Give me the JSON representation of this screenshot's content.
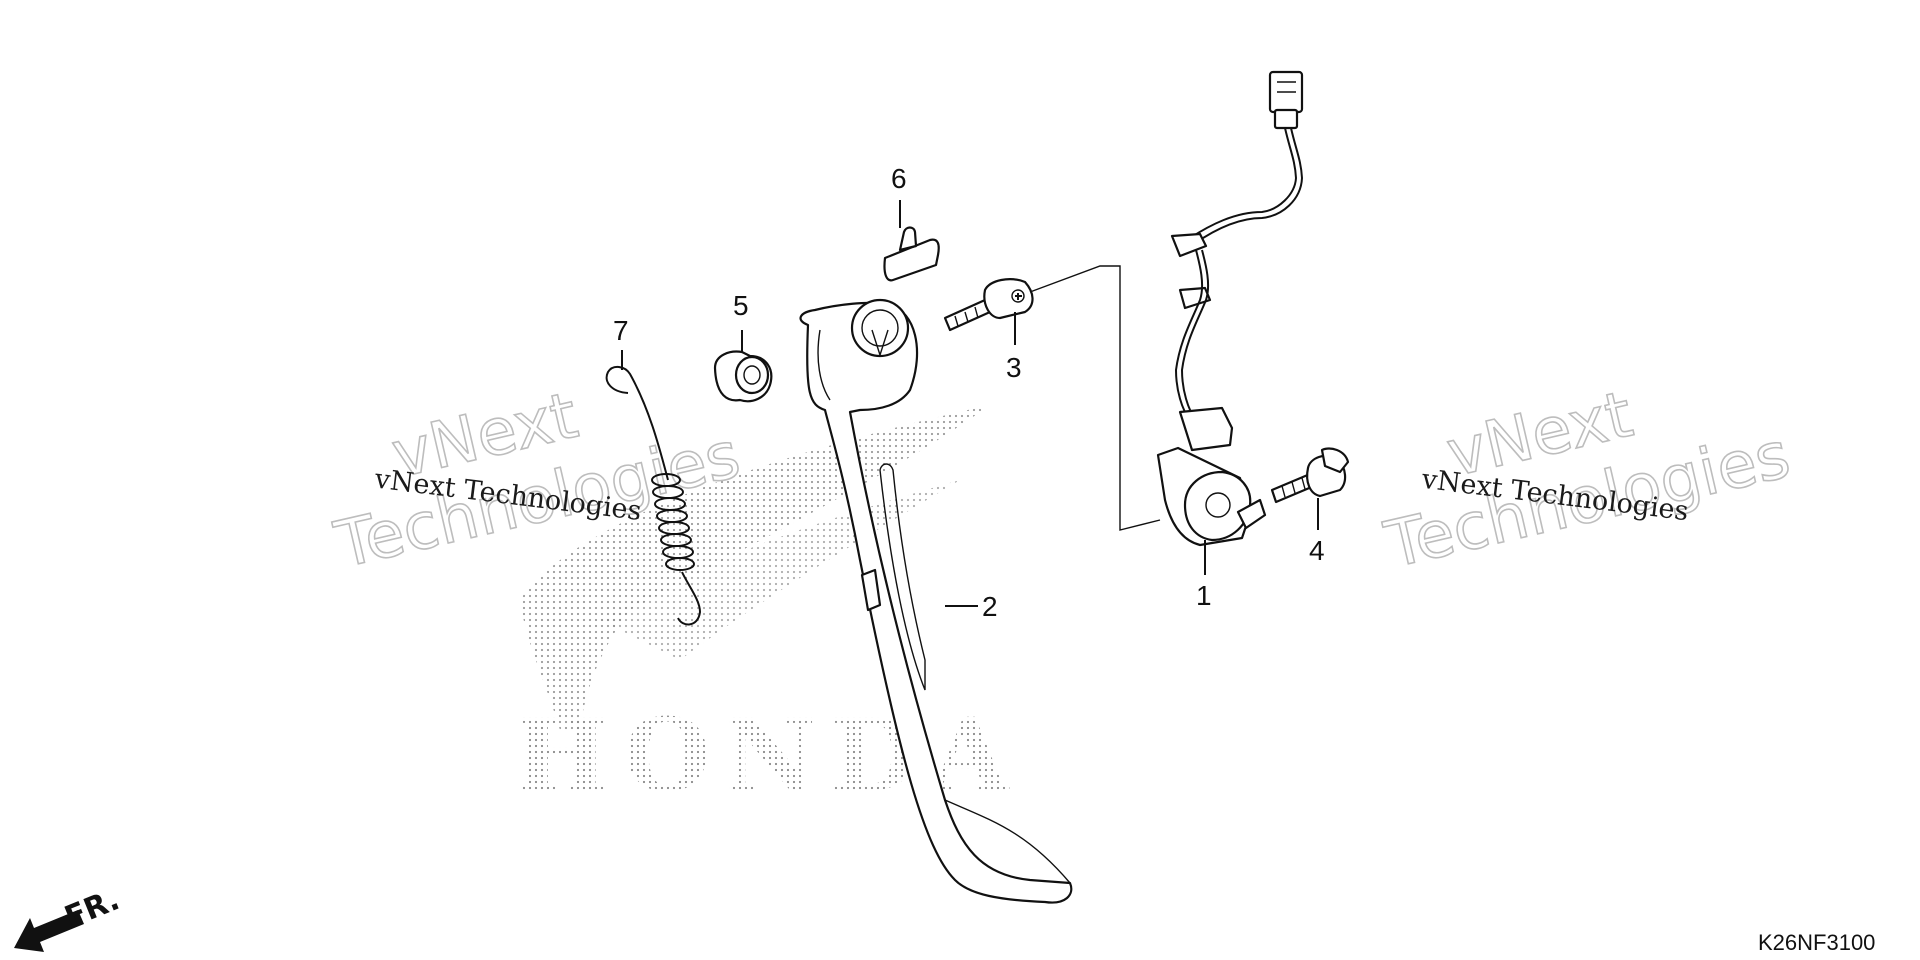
{
  "diagram": {
    "callouts": {
      "p1": "1",
      "p2": "2",
      "p3": "3",
      "p4": "4",
      "p5": "5",
      "p6": "6",
      "p7": "7"
    },
    "watermark": {
      "left_small": "vNext Technologies",
      "left_big_1": "vNext",
      "left_big_2": "Technologies",
      "right_small": "vNext Technologies",
      "right_big_1": "vNext",
      "right_big_2": "Technologies"
    },
    "logo_text": "HONDA",
    "direction_label": "FR.",
    "diagram_code": "K26NF3100"
  }
}
